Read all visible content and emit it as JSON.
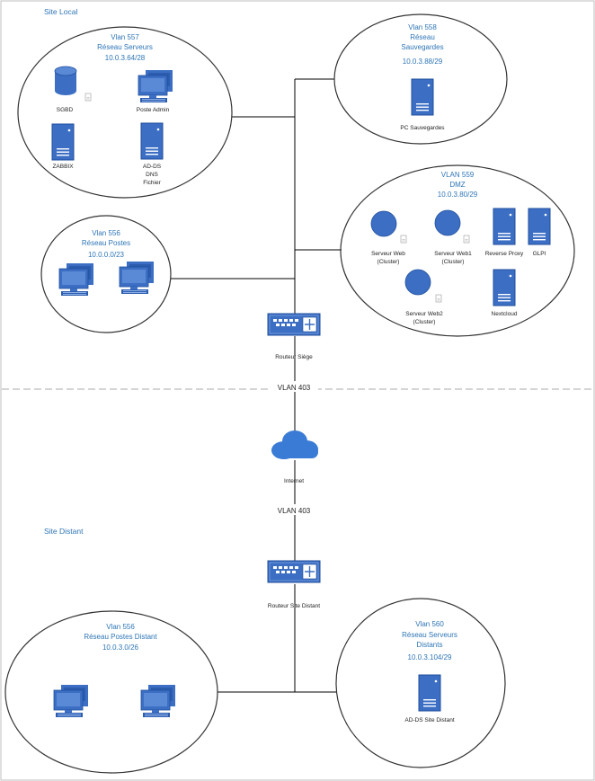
{
  "colors": {
    "accent": "#2e75b6",
    "server": "#3c6fc4",
    "server_dark": "#1f4e9c",
    "cloud": "#3a7bd5",
    "line": "#000000",
    "zone_border": "#333333",
    "separator": "#aaaaaa"
  },
  "sites": {
    "local": "Site Local",
    "remote": "Site Distant"
  },
  "links": {
    "vlan_top": "VLAN 403",
    "vlan_bottom": "VLAN 403"
  },
  "routers": {
    "siege": "Routeur Siège",
    "distant": "Routeur Site Distant"
  },
  "internet": "Internet",
  "zones": {
    "z557": {
      "title": "Vlan 557",
      "name": "Réseau Serveurs",
      "subnet": "10.0.3.64/28"
    },
    "z558": {
      "title": "Vlan 558",
      "name1": "Réseau",
      "name2": "Sauvegardes",
      "subnet": "10.0.3.88/29"
    },
    "z556": {
      "title": "Vlan 556",
      "name": "Réseau Postes",
      "subnet": "10.0.0.0/23"
    },
    "z559": {
      "title": "VLAN 559",
      "name": "DMZ",
      "subnet": "10.0.3.80/29"
    },
    "z556d": {
      "title": "Vlan 556",
      "name": "Réseau Postes Distant",
      "subnet": "10.0.3.0/26"
    },
    "z560": {
      "title": "Vlan 560",
      "name1": "Réseau Serveurs",
      "name2": "Distants",
      "subnet": "10.0.3.104/29"
    }
  },
  "devices": {
    "sgbd": "SGBD",
    "poste_admin": "Poste Admin",
    "zabbix": "ZABBIX",
    "ados_l1": "AD-DS",
    "ados_l2": "DNS",
    "ados_l3": "Fichier",
    "pc_sauv": "PC Sauvegardes",
    "web_l1": "Serveur Web",
    "web_l2": "(Cluster)",
    "web1_l1": "Serveur Web1",
    "web1_l2": "(Cluster)",
    "web2_l1": "Serveur Web2",
    "web2_l2": "(Cluster)",
    "reverse_proxy": "Reverse Proxy",
    "glpi": "GLPI",
    "nextcloud": "Nextcloud",
    "ados_distant": "AD-DS Site Distant"
  }
}
